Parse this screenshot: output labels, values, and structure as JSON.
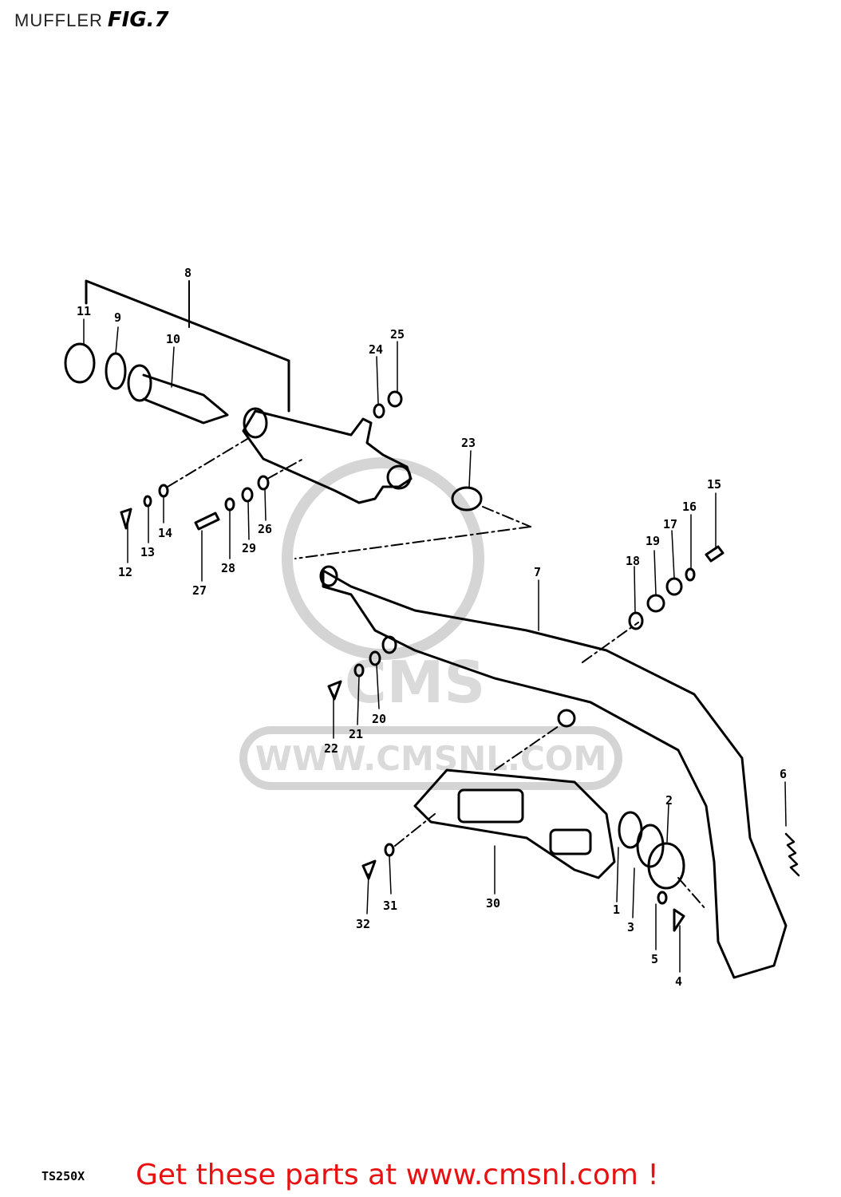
{
  "header": {
    "title": "MUFFLER",
    "figure": "FIG.7"
  },
  "watermark": {
    "text": "WWW.CMSNL.COM",
    "logo": "CMS"
  },
  "footer": {
    "model": "TS250X",
    "promo": "Get these parts at www.cmsnl.com !"
  },
  "colors": {
    "promo": "#e81010",
    "lines": "#000000",
    "watermark": "#c8c8c8"
  },
  "callouts": [
    "1",
    "2",
    "3",
    "4",
    "5",
    "6",
    "7",
    "8",
    "9",
    "10",
    "11",
    "12",
    "13",
    "14",
    "15",
    "16",
    "17",
    "18",
    "19",
    "20",
    "21",
    "22",
    "23",
    "24",
    "25",
    "26",
    "27",
    "28",
    "29",
    "30",
    "31",
    "32"
  ]
}
